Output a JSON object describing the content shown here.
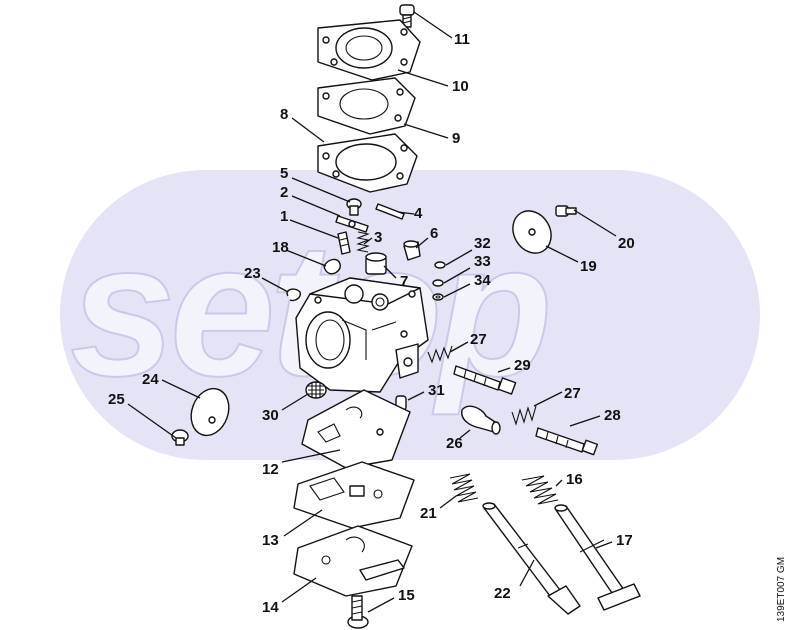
{
  "watermark": "setop",
  "drawing_code": "139ET007 GM",
  "callouts": {
    "c1": "1",
    "c2": "2",
    "c3": "3",
    "c4": "4",
    "c5": "5",
    "c6": "6",
    "c7": "7",
    "c8": "8",
    "c9": "9",
    "c10": "10",
    "c11": "11",
    "c12": "12",
    "c13": "13",
    "c14": "14",
    "c15": "15",
    "c16": "16",
    "c17": "17",
    "c18": "18",
    "c19": "19",
    "c20": "20",
    "c21": "21",
    "c22": "22",
    "c23": "23",
    "c24": "24",
    "c25": "25",
    "c26": "26",
    "c27a": "27",
    "c27b": "27",
    "c28": "28",
    "c29": "29",
    "c30": "30",
    "c31": "31",
    "c32": "32",
    "c33": "33",
    "c34": "34"
  },
  "colors": {
    "watermark_band": "#e4e4f6",
    "line": "#111111"
  }
}
